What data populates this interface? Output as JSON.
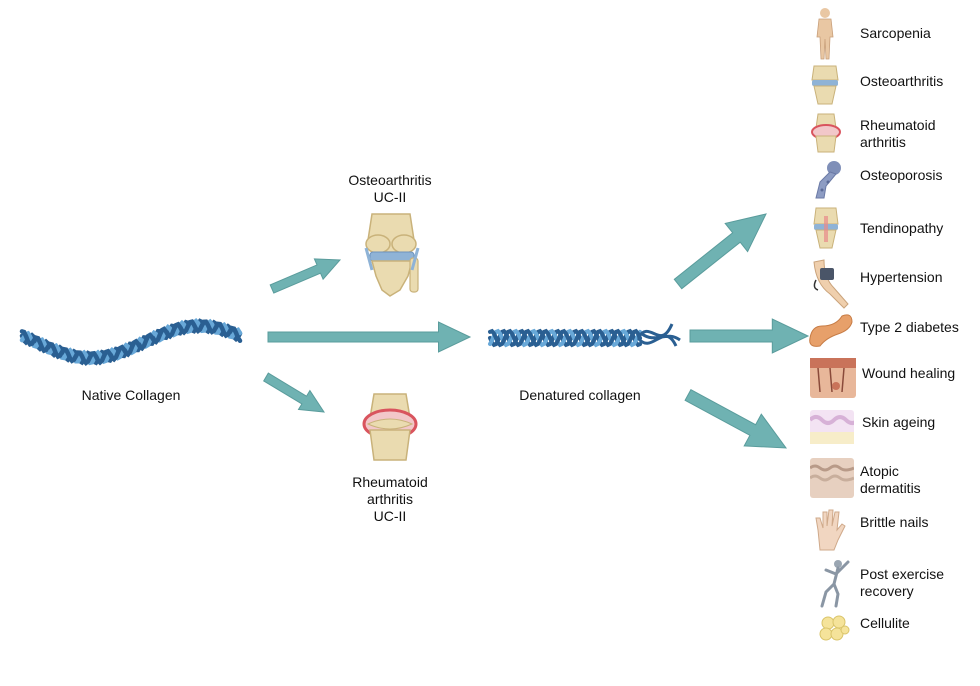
{
  "native": {
    "label": "Native Collagen"
  },
  "denatured": {
    "label": "Denatured collagen"
  },
  "branch_top": {
    "line1": "Osteoarthritis",
    "line2": "UC-II"
  },
  "branch_bottom": {
    "line1": "Rheumatoid",
    "line2": "arthritis",
    "line3": "UC-II"
  },
  "conditions": [
    {
      "icon": "human-body-icon",
      "lines": [
        "Sarcopenia"
      ]
    },
    {
      "icon": "knee-joint-icon",
      "lines": [
        "Osteoarthritis"
      ]
    },
    {
      "icon": "inflamed-joint-icon",
      "lines": [
        "Rheumatoid",
        "arthritis"
      ]
    },
    {
      "icon": "femur-bone-icon",
      "lines": [
        "Osteoporosis"
      ]
    },
    {
      "icon": "tendon-knee-icon",
      "lines": [
        "Tendinopathy"
      ]
    },
    {
      "icon": "blood-pressure-cuff-icon",
      "lines": [
        "Hypertension"
      ]
    },
    {
      "icon": "pancreas-icon",
      "lines": [
        "Type 2 diabetes"
      ]
    },
    {
      "icon": "skin-wound-icon",
      "lines": [
        "Wound healing"
      ]
    },
    {
      "icon": "skin-layer-icon",
      "lines": [
        "Skin ageing"
      ]
    },
    {
      "icon": "skin-dermatitis-icon",
      "lines": [
        "Atopic",
        "dermatitis"
      ]
    },
    {
      "icon": "hand-icon",
      "lines": [
        "Brittle nails"
      ]
    },
    {
      "icon": "stretching-person-icon",
      "lines": [
        "Post exercise",
        "recovery"
      ]
    },
    {
      "icon": "fat-cells-icon",
      "lines": [
        "Cellulite"
      ]
    }
  ],
  "colors": {
    "arrow": "#6fb2b2",
    "arrow_edge": "#5a9c9c",
    "helix_dark": "#2a5f92",
    "helix_light": "#68a8d8",
    "joint_bone": "#eadbb0",
    "cartilage_blue": "#8fb3d6",
    "inflamed": "#d9545e"
  }
}
